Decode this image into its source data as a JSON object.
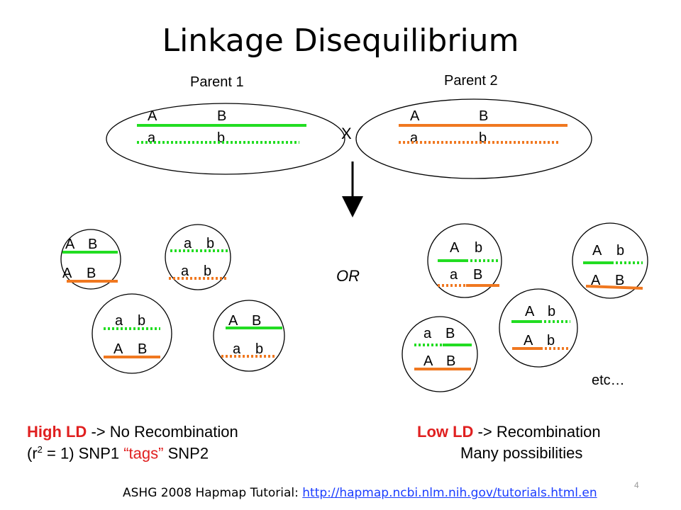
{
  "title": "Linkage Disequilibrium",
  "parents": {
    "parent1": "Parent 1",
    "parent2": "Parent 2",
    "cross": "X",
    "upper_alleles": [
      "A",
      "B"
    ],
    "lower_alleles": [
      "a",
      "b"
    ]
  },
  "or_label": "OR",
  "high_ld_offspring": [
    {
      "top": [
        "A",
        "B"
      ],
      "bottom": [
        "A",
        "B"
      ]
    },
    {
      "top": [
        "a",
        "b"
      ],
      "bottom": [
        "a",
        "b"
      ]
    },
    {
      "top": [
        "a",
        "b"
      ],
      "bottom": [
        "A",
        "B"
      ]
    },
    {
      "top": [
        "A",
        "B"
      ],
      "bottom": [
        "a",
        "b"
      ]
    }
  ],
  "low_ld_offspring": [
    {
      "top": [
        "A",
        "b"
      ],
      "bottom": [
        "a",
        "B"
      ]
    },
    {
      "top": [
        "A",
        "b"
      ],
      "bottom": [
        "A",
        "B"
      ]
    },
    {
      "top": [
        "A",
        "b"
      ],
      "bottom": [
        "A",
        "b"
      ]
    },
    {
      "top": [
        "a",
        "B"
      ],
      "bottom": [
        "A",
        "B"
      ]
    }
  ],
  "etc": "etc…",
  "left_caption": {
    "bold": "High LD",
    "rest": " -> No Recombination",
    "line2_pre": "(r",
    "sup": "2",
    "line2_mid": " = 1) SNP1 ",
    "tags": "“tags”",
    "line2_post": " SNP2"
  },
  "right_caption": {
    "bold": "Low LD",
    "rest": " -> Recombination",
    "line2": "Many possibilities"
  },
  "footer": {
    "text": "ASHG 2008 Hapmap Tutorial: ",
    "link": "http://hapmap.ncbi.nlm.nih.gov/tutorials.html.en"
  },
  "page_number": "4",
  "colors": {
    "green": "#22dd22",
    "orange": "#f07820",
    "red": "#e02020",
    "link": "#1a3cff"
  }
}
